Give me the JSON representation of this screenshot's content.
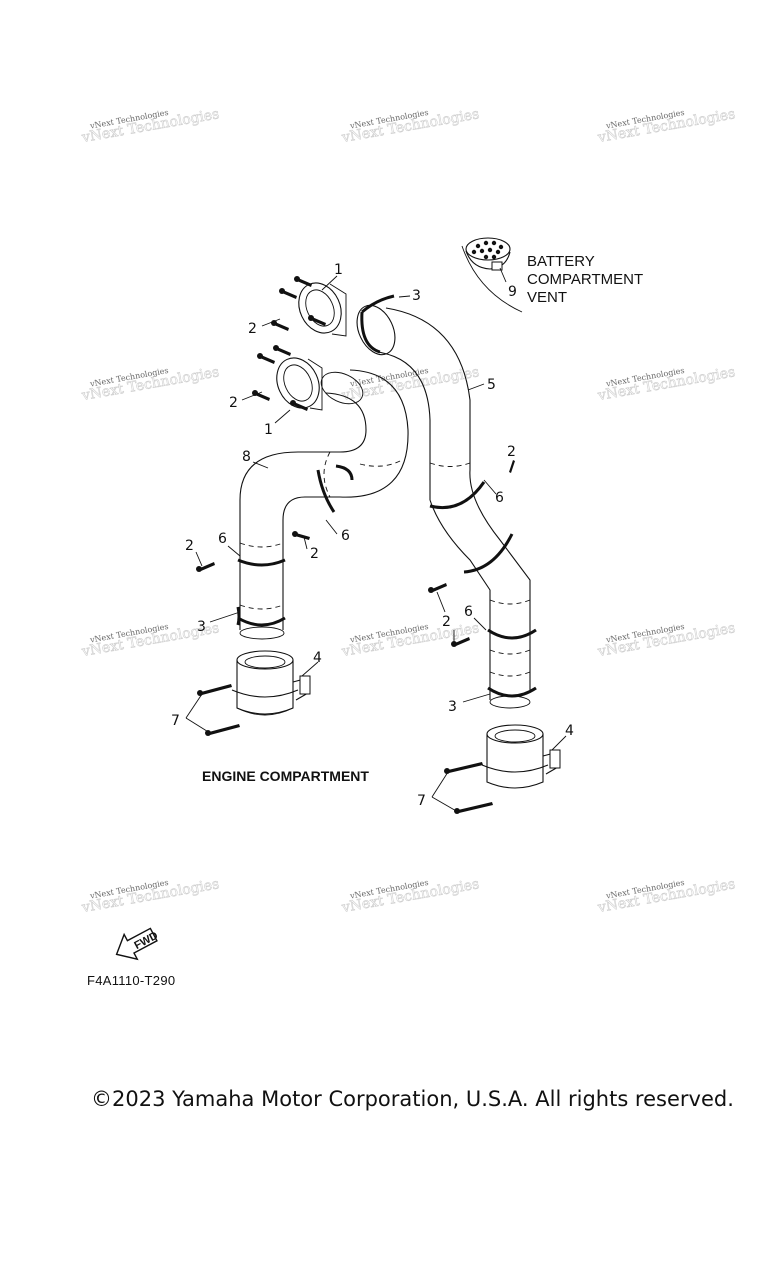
{
  "watermark": {
    "text": "vNext Technologies"
  },
  "labels": {
    "battery_vent_line1": "BATTERY",
    "battery_vent_line2": "COMPARTMENT",
    "battery_vent_line3": "VENT",
    "engine_compartment": "ENGINE COMPARTMENT",
    "fwd": "FWD"
  },
  "callouts": {
    "c1_top": "1",
    "c1_low": "1",
    "c2_a": "2",
    "c2_b": "2",
    "c2_c": "2",
    "c2_d": "2",
    "c2_e": "2",
    "c2_f": "2",
    "c3_top": "3",
    "c3_left": "3",
    "c3_right": "3",
    "c4_left": "4",
    "c4_right": "4",
    "c5": "5",
    "c6_a": "6",
    "c6_b": "6",
    "c6_c": "6",
    "c6_d": "6",
    "c7_left": "7",
    "c7_right": "7",
    "c8": "8",
    "c9": "9"
  },
  "figure_code": "F4A1110-T290",
  "copyright": "©2023 Yamaha Motor Corporation, U.S.A. All rights reserved."
}
